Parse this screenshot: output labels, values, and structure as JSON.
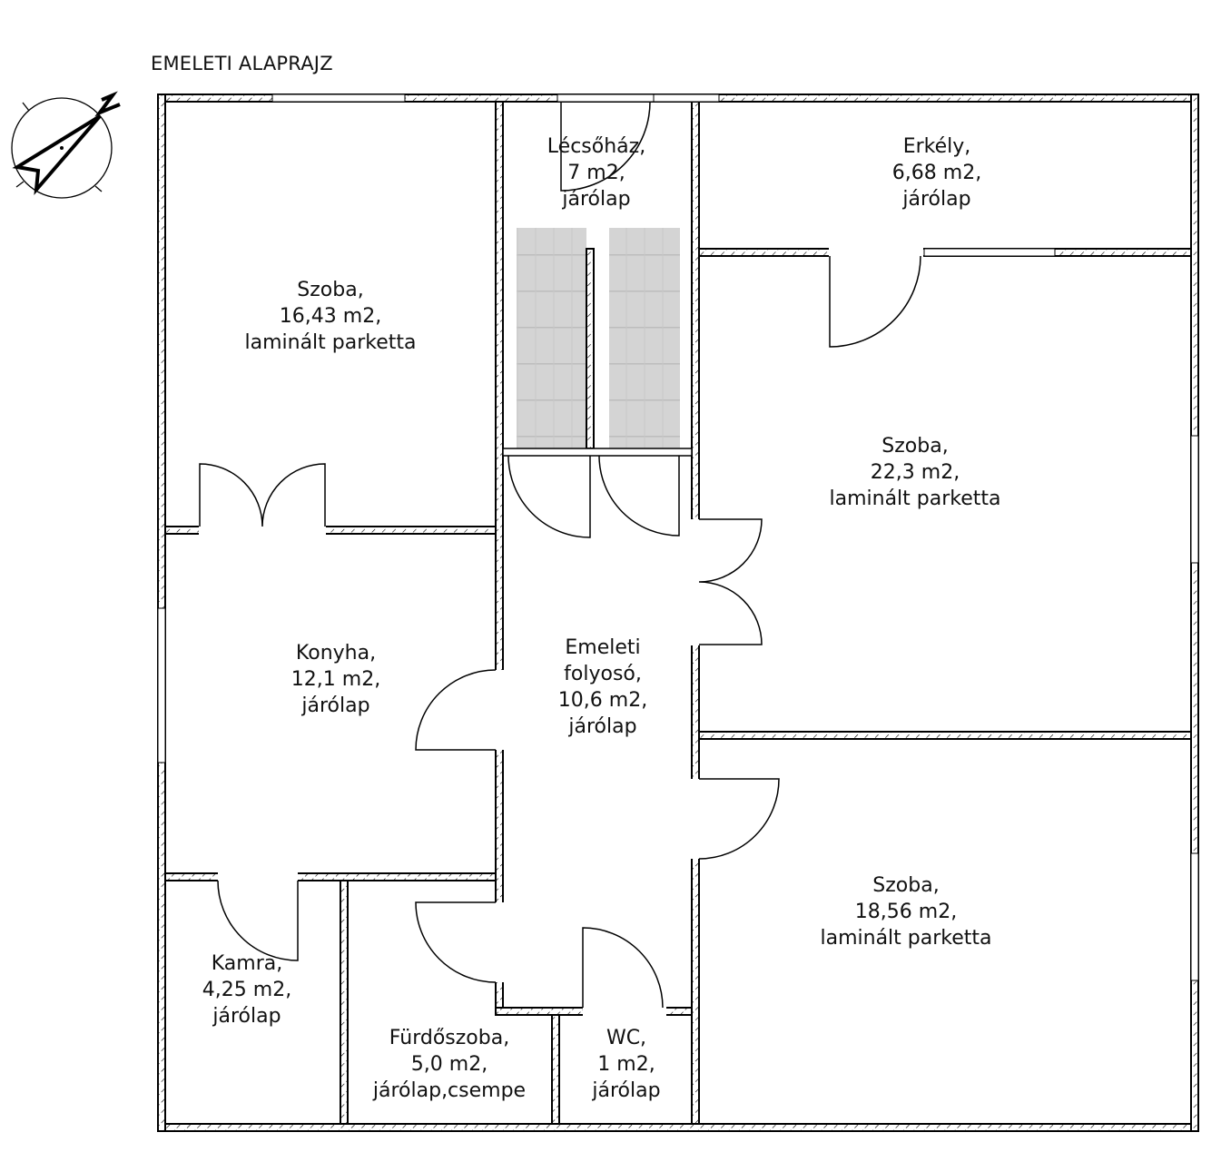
{
  "title": "EMELETI ALAPRAJZ",
  "compass": {
    "label": "N",
    "icon": "north-arrow-icon"
  },
  "rooms": [
    {
      "id": "lepcsohaz",
      "lines": [
        "Lécsőház,",
        "7 m2,",
        "járólap"
      ]
    },
    {
      "id": "erkely",
      "lines": [
        "Erkély,",
        "6,68 m2,",
        "járólap"
      ]
    },
    {
      "id": "szoba1",
      "lines": [
        "Szoba,",
        "16,43 m2,",
        "laminált parketta"
      ]
    },
    {
      "id": "szoba2",
      "lines": [
        "Szoba,",
        "22,3 m2,",
        "laminált parketta"
      ]
    },
    {
      "id": "konyha",
      "lines": [
        "Konyha,",
        "12,1 m2,",
        "járólap"
      ]
    },
    {
      "id": "folyoso",
      "lines": [
        "Emeleti",
        "folyosó,",
        "10,6 m2,",
        "járólap"
      ]
    },
    {
      "id": "szoba3",
      "lines": [
        "Szoba,",
        "18,56 m2,",
        "laminált parketta"
      ]
    },
    {
      "id": "kamra",
      "lines": [
        "Kamra,",
        "4,25 m2,",
        "járólap"
      ]
    },
    {
      "id": "furdo",
      "lines": [
        "Fürdőszoba,",
        "5,0 m2,",
        "járólap,csempe"
      ]
    },
    {
      "id": "wc",
      "lines": [
        "WC,",
        "1 m2,",
        "járólap"
      ]
    }
  ]
}
